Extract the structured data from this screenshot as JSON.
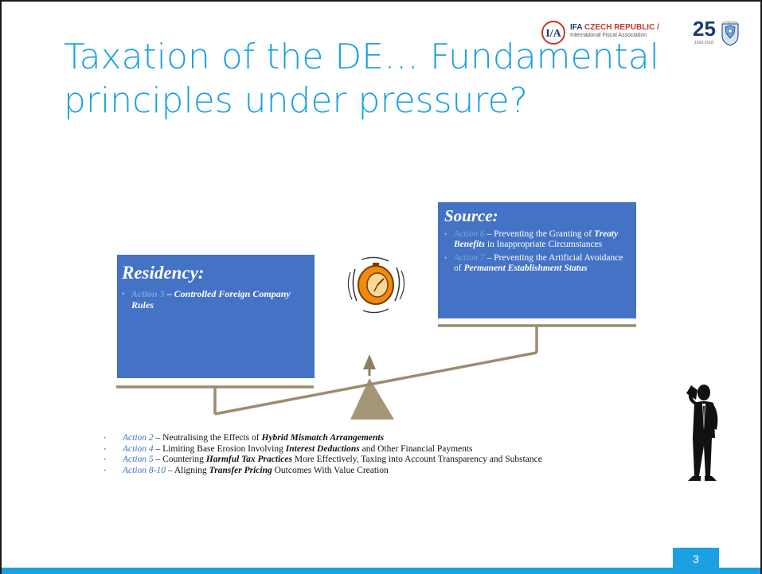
{
  "title": {
    "line1": "Taxation of the DE… Fundamental",
    "line2": "principles under pressure?"
  },
  "logo": {
    "ifa_prefix": "IFA ",
    "ifa_country": "CZECH REPUBLIC",
    "ifa_slash": " /",
    "ifa_subtitle": "International Fiscal Association",
    "anniversary": "25",
    "years": "1993-2018",
    "komora": "KOMORA"
  },
  "residency": {
    "title": "Residency:",
    "items": [
      {
        "action": "Action 3",
        "sep": " – ",
        "text": "Controlled Foreign Company Rules"
      }
    ]
  },
  "source": {
    "title": "Source:",
    "items": [
      {
        "action": "Action 6",
        "sep": " – ",
        "text1": "Preventing the Granting of ",
        "bold": "Treaty Benefits",
        "text2": " in Inappropriate Circumstances"
      },
      {
        "action": "Action 7",
        "sep": " – ",
        "text1": "Preventing the Artificial Avoidance of ",
        "bold": "Permanent Establishment Status",
        "text2": ""
      }
    ]
  },
  "actions": [
    {
      "action": "Action 2",
      "text1": " – Neutralising the Effects of ",
      "bold": "Hybrid Mismatch Arrangements",
      "text2": ""
    },
    {
      "action": "Action 4",
      "text1": " – Limiting Base Erosion Involving ",
      "bold": "Interest Deductions",
      "text2": " and Other Financial Payments"
    },
    {
      "action": "Action 5",
      "text1": " – Countering ",
      "bold": "Harmful Tax Practices",
      "text2": " More Effectively, Taxing into Account  Transparency and Substance"
    },
    {
      "action": "Action 8-10",
      "text1": " – Aligning ",
      "bold": "Transfer Pricing",
      "text2": " Outcomes With Value Creation"
    }
  ],
  "page_number": "3",
  "colors": {
    "accent": "#1ba1e2",
    "box": "#4472c4",
    "scale": "#9c8c6e"
  },
  "icons": {
    "stopwatch": "spinning-stopwatch-icon",
    "person": "thinking-businessman-icon",
    "crest": "chamber-crest-icon"
  }
}
